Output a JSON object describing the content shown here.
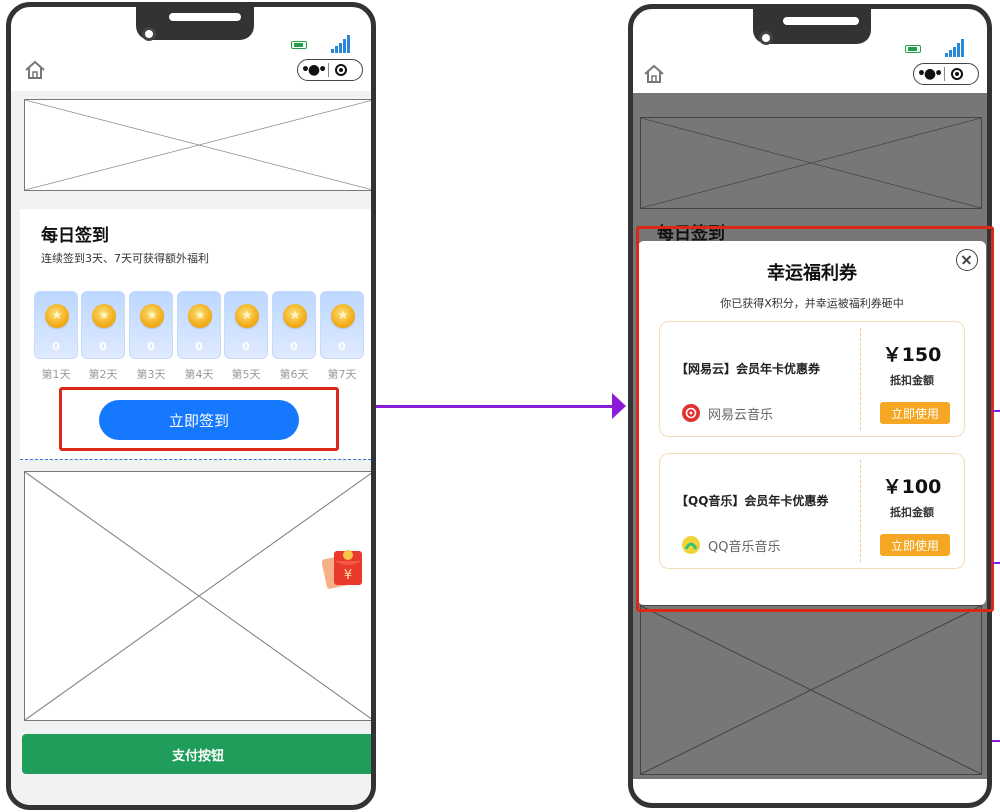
{
  "left_screen": {
    "sign_in": {
      "title": "每日签到",
      "subtitle": "连续签到3天、7天可获得额外福利",
      "days": [
        {
          "label": "第1天",
          "value": "0"
        },
        {
          "label": "第2天",
          "value": "0"
        },
        {
          "label": "第3天",
          "value": "0"
        },
        {
          "label": "第4天",
          "value": "0"
        },
        {
          "label": "第5天",
          "value": "0"
        },
        {
          "label": "第6天",
          "value": "0"
        },
        {
          "label": "第7天",
          "value": "0"
        }
      ],
      "button_label": "立即签到"
    },
    "red_packet_symbol": "¥",
    "pay_button_label": "支付按钮"
  },
  "right_screen": {
    "background_title": "每日签到",
    "modal": {
      "title": "幸运福利券",
      "subtitle": "你已获得X积分，并幸运被福利券砸中",
      "coupons": [
        {
          "name": "【网易云】会员年卡优惠券",
          "brand": "网易云音乐",
          "price": "￥150",
          "price_label": "抵扣金额",
          "button_label": "立即使用",
          "brand_color": "#e0322f"
        },
        {
          "name": "【QQ音乐】会员年卡优惠券",
          "brand": "QQ音乐音乐",
          "price": "￥100",
          "price_label": "抵扣金额",
          "button_label": "立即使用",
          "brand_color": "#31c27c"
        }
      ]
    }
  },
  "colors": {
    "primary_blue": "#1677ff",
    "pay_green": "#1f9e5b",
    "highlight_red": "#d8291a",
    "arrow_purple": "#8a1bd6",
    "coupon_orange": "#f5a623"
  }
}
